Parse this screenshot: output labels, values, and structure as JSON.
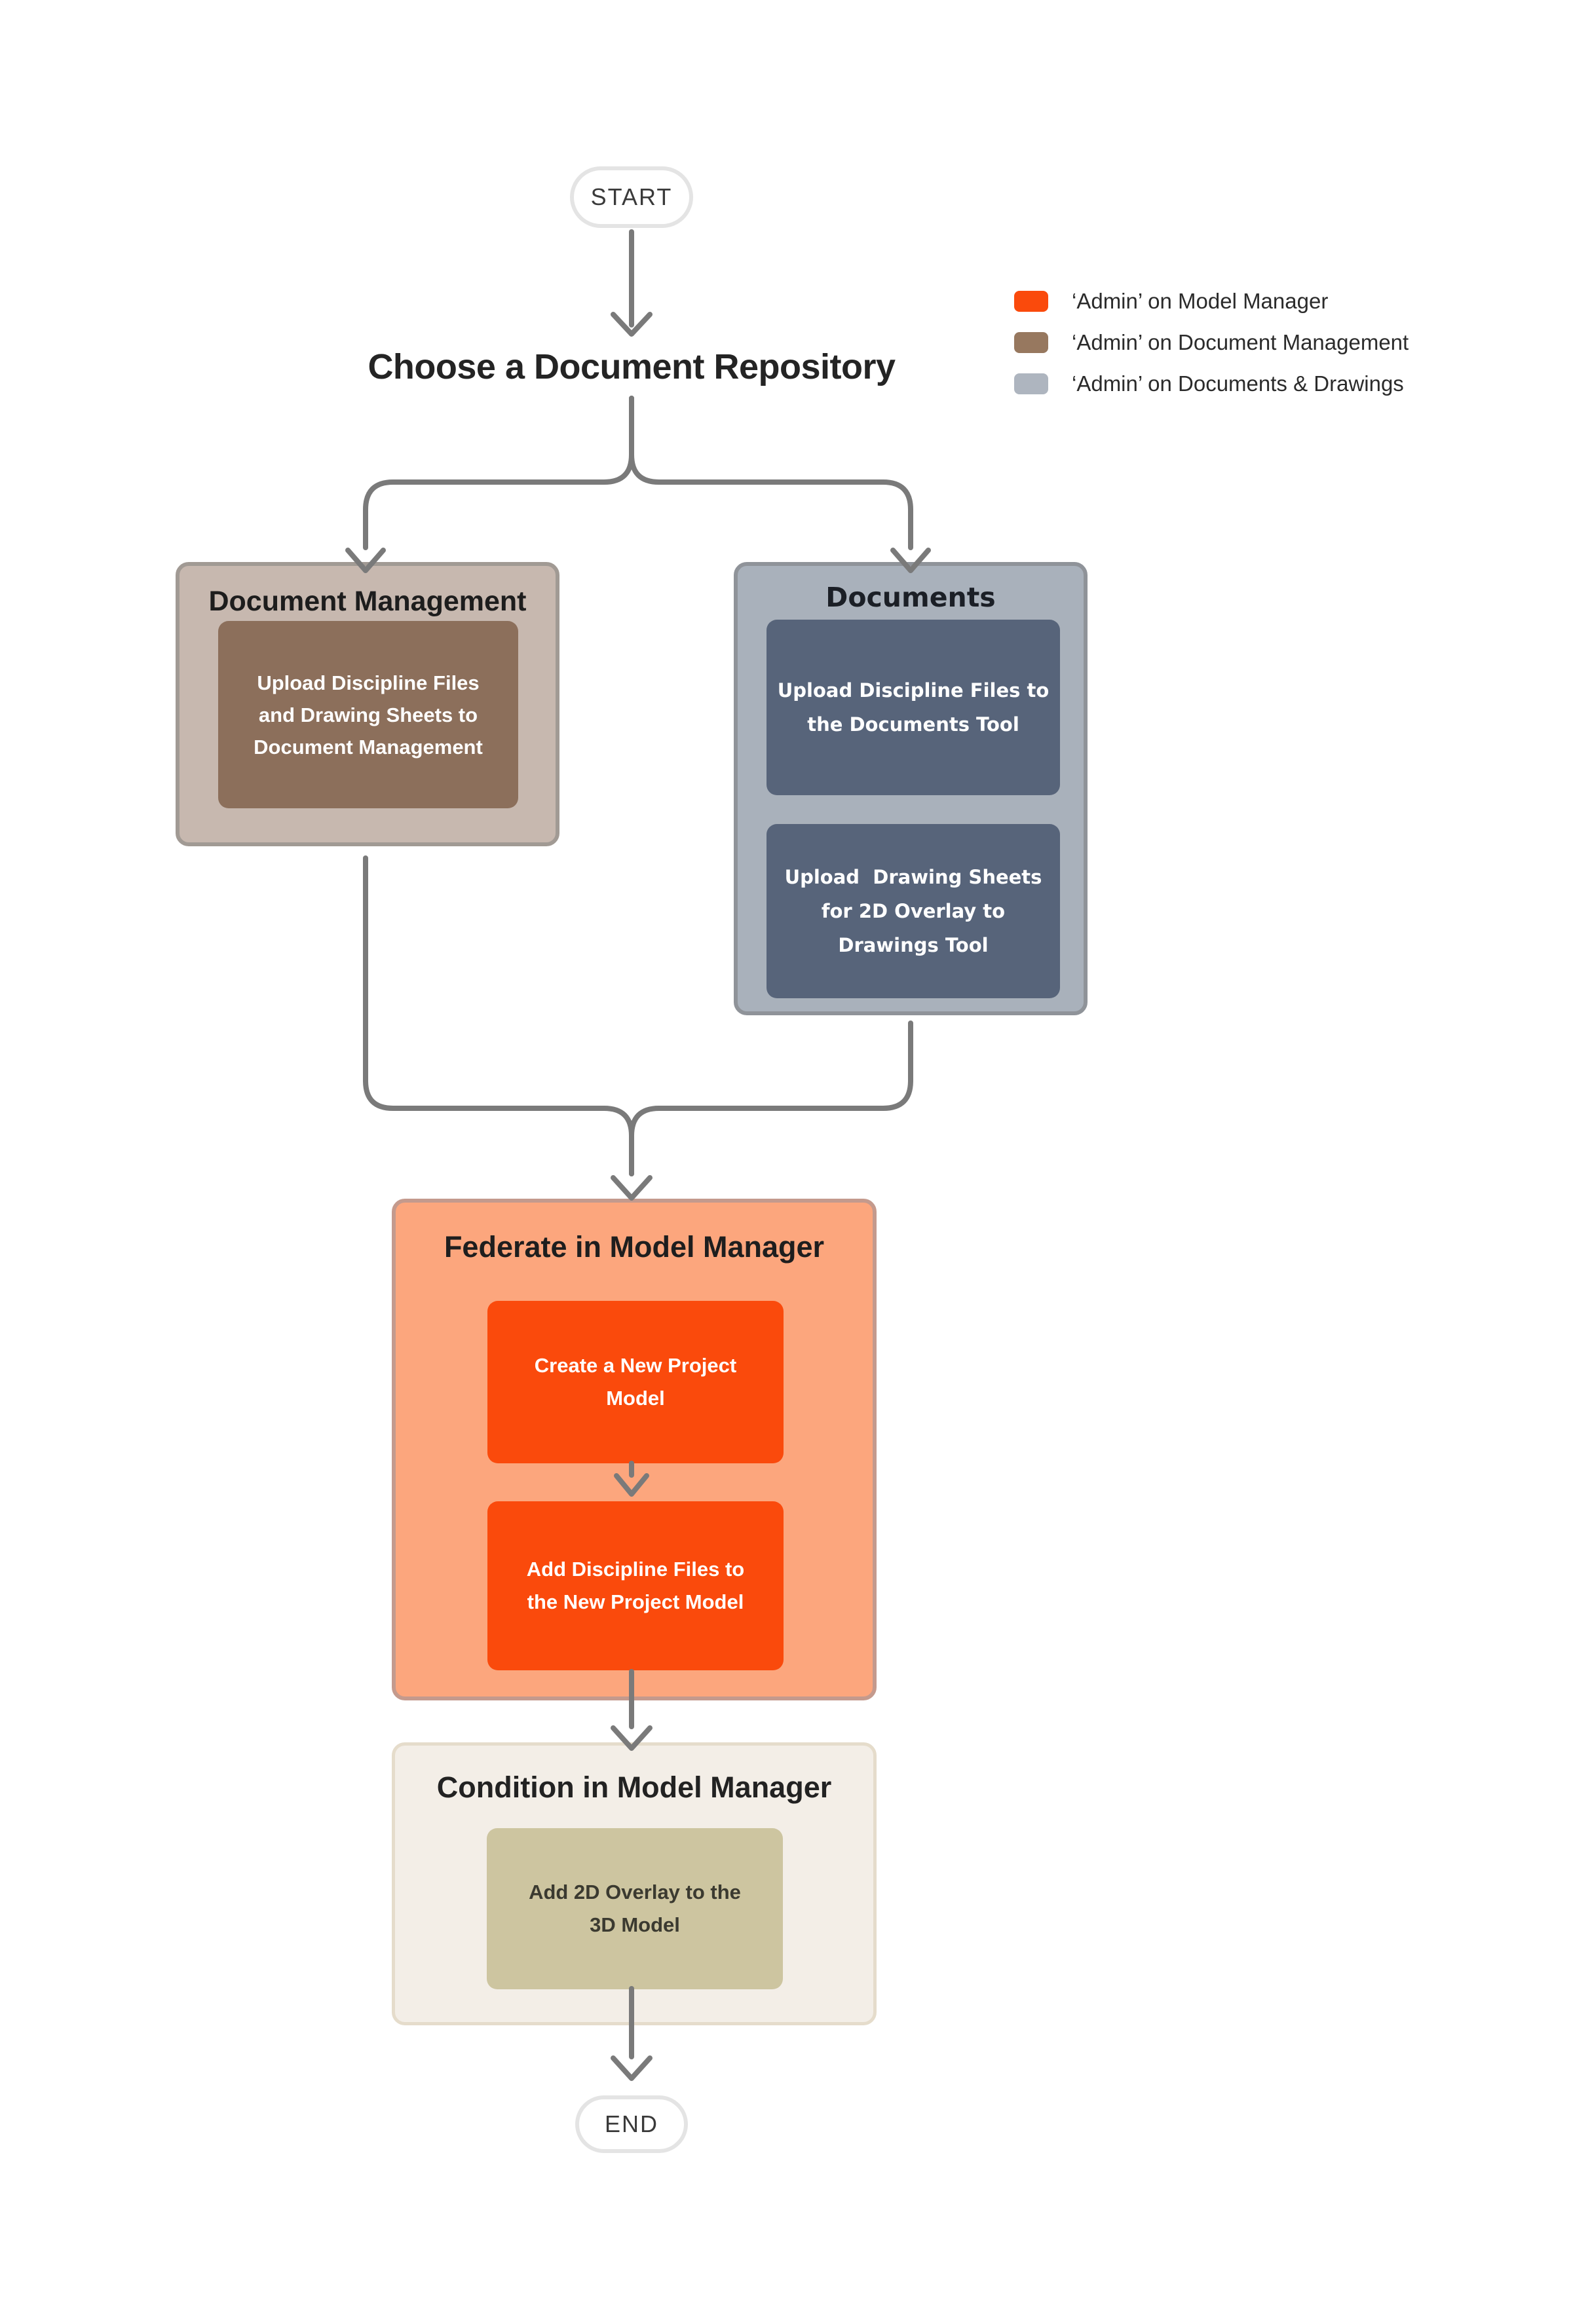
{
  "diagram": {
    "start_label": "START",
    "end_label": "END",
    "heading": "Choose a Document Repository",
    "connector_color": "#7A7A7A",
    "nodes": {
      "document_management": {
        "title": "Document Management",
        "fill": "#C7B8AF",
        "step_fill": "#8C6F5B",
        "steps": [
          "Upload Discipline Files\nand Drawing Sheets to\nDocument Management"
        ]
      },
      "documents": {
        "title": "Documents",
        "fill": "#A9B1BB",
        "step_fill": "#57647A",
        "steps": [
          "Upload Discipline Files to\nthe Documents Tool",
          "Upload  Drawing Sheets\nfor 2D Overlay to\nDrawings Tool"
        ]
      },
      "federate": {
        "title": "Federate in Model Manager",
        "fill": "#FCA67D",
        "step_fill": "#FA4A0C",
        "steps": [
          "Create a New Project\nModel",
          "Add Discipline Files to\nthe New Project Model"
        ]
      },
      "condition": {
        "title": "Condition in Model Manager",
        "fill": "#F3EEE7",
        "step_fill": "#CDC5A0",
        "steps": [
          "Add 2D Overlay to the\n3D Model"
        ]
      }
    }
  },
  "legend": {
    "items": [
      {
        "label": "‘Admin’ on Model Manager",
        "color": "#FA4A0C"
      },
      {
        "label": "‘Admin’ on Document Management",
        "color": "#97785F"
      },
      {
        "label": "‘Admin’ on Documents & Drawings",
        "color": "#AEB5BF"
      }
    ]
  }
}
